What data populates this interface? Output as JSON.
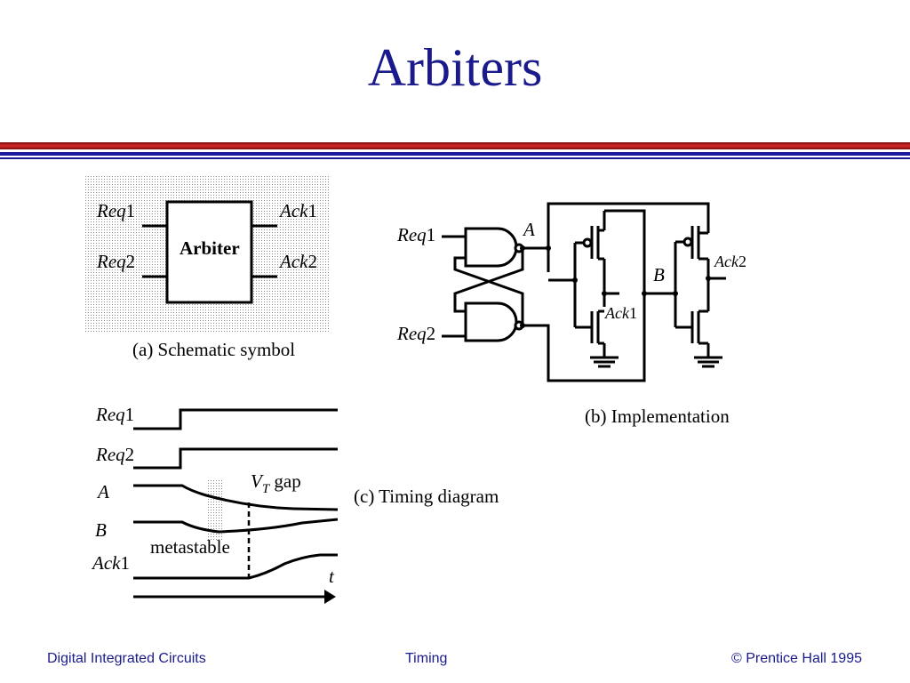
{
  "title": "Arbiters",
  "footer": {
    "left": "Digital Integrated Circuits",
    "center": "Timing",
    "right": "© Prentice Hall 1995"
  },
  "colors": {
    "title": "#1a1a8c",
    "rule_red": "#b81c1c",
    "rule_blue": "#1a1aa0",
    "shade": "#cfcfcf"
  },
  "symbol": {
    "block": "Arbiter",
    "req1": {
      "name": "Req",
      "num": "1"
    },
    "req2": {
      "name": "Req",
      "num": "2"
    },
    "ack1": {
      "name": "Ack",
      "num": "1"
    },
    "ack2": {
      "name": "Ack",
      "num": "2"
    },
    "caption": "(a) Schematic symbol"
  },
  "implementation": {
    "req1": {
      "name": "Req",
      "num": "1"
    },
    "req2": {
      "name": "Req",
      "num": "2"
    },
    "node_a": "A",
    "node_b": "B",
    "ack1": {
      "name": "Ack",
      "num": "1"
    },
    "ack2": {
      "name": "Ack",
      "num": "2"
    },
    "caption": "(b) Implementation"
  },
  "timing": {
    "req1": {
      "name": "Req",
      "num": "1"
    },
    "req2": {
      "name": "Req",
      "num": "2"
    },
    "a": "A",
    "b": "B",
    "ack1": {
      "name": "Ack",
      "num": "1"
    },
    "vt_main": "V",
    "vt_sub": "T",
    "vt_rest": " gap",
    "metastable": "metastable",
    "t": "t",
    "caption": "(c) Timing diagram"
  }
}
